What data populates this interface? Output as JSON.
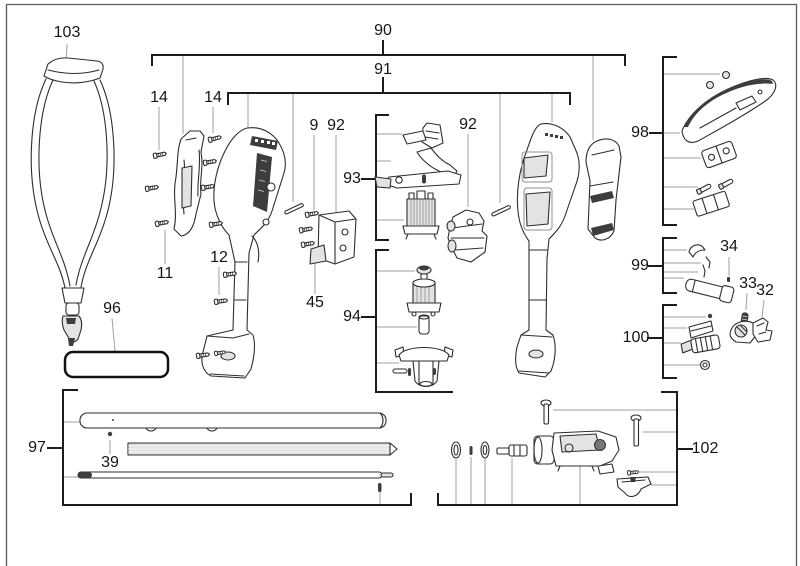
{
  "callouts": {
    "c103": {
      "label": "103"
    },
    "c90": {
      "label": "90"
    },
    "c91": {
      "label": "91"
    },
    "c14a": {
      "label": "14"
    },
    "c14b": {
      "label": "14"
    },
    "c9": {
      "label": "9"
    },
    "c92a": {
      "label": "92"
    },
    "c92b": {
      "label": "92"
    },
    "c93": {
      "label": "93"
    },
    "c94": {
      "label": "94"
    },
    "c45": {
      "label": "45"
    },
    "c11": {
      "label": "11"
    },
    "c12": {
      "label": "12"
    },
    "c96": {
      "label": "96"
    },
    "c97": {
      "label": "97"
    },
    "c39": {
      "label": "39"
    },
    "c98": {
      "label": "98"
    },
    "c99": {
      "label": "99"
    },
    "c100": {
      "label": "100"
    },
    "c102": {
      "label": "102"
    },
    "c34": {
      "label": "34"
    },
    "c33": {
      "label": "33"
    },
    "c32": {
      "label": "32"
    }
  },
  "colors": {
    "line": "#2e2e2e",
    "bracket": "#1c1c1c",
    "leader": "#9aa39d",
    "dark_fill": "#3d3d3d",
    "paper": "#ffffff"
  }
}
